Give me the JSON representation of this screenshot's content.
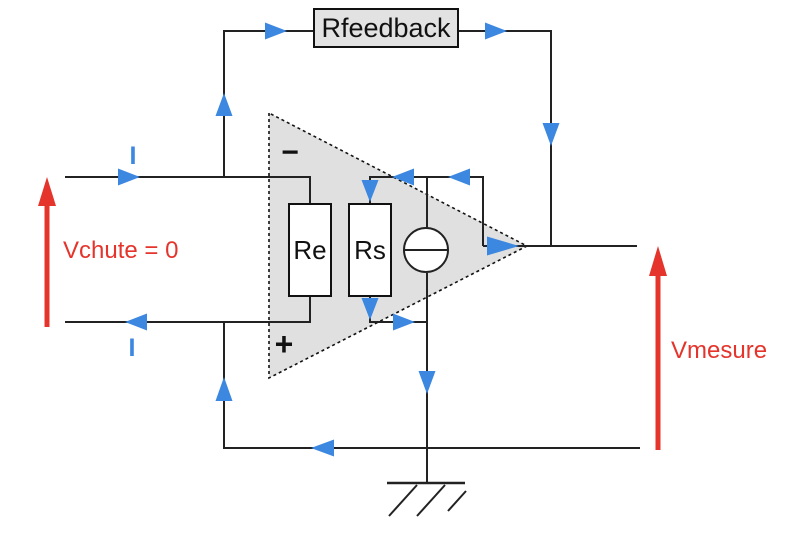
{
  "title": "Op-amp current flow circuit diagram (transimpedance measurement)",
  "colors": {
    "bg": "#ffffff",
    "wire": "#222222",
    "dark": "#111111",
    "blue": "#3c87e0",
    "red": "#e5342b",
    "opamp": "#e0e0e0",
    "boxfill": "#e2e2e2",
    "resistor": "#ffffff"
  },
  "labels": {
    "feedback_resistor": "Rfeedback",
    "input_resistor": "Re",
    "output_resistor": "Rs",
    "inverting_input": "−",
    "non_inverting_input": "+",
    "current_top": "I",
    "current_bottom": "I",
    "input_voltage": "Vchute = 0",
    "output_voltage": "Vmesure"
  },
  "symbols": {
    "opamp": "dotted gray triangle (ideal op-amp boundary)",
    "current_source": "circle with horizontal bar",
    "ground": "horizontal bar with three diagonal hatches",
    "current_arrows": "blue solid triangles along wires",
    "voltage_arrows": "red vertical arrows pointing up"
  }
}
